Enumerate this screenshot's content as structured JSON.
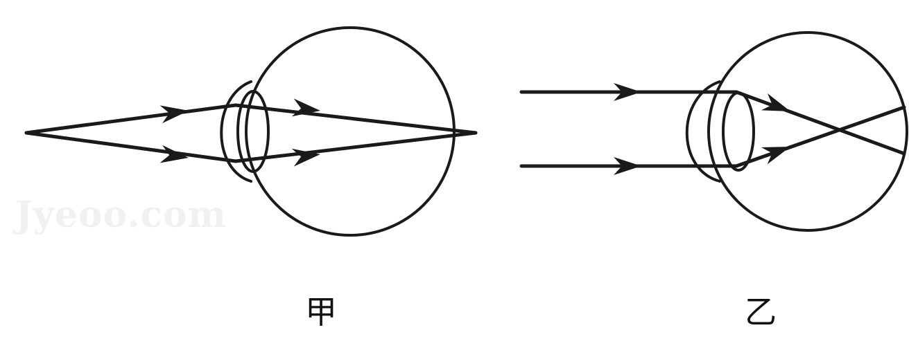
{
  "watermark": "Jyeoo.com",
  "figures": [
    {
      "id": "left",
      "caption": "甲"
    },
    {
      "id": "right",
      "caption": "乙"
    }
  ]
}
